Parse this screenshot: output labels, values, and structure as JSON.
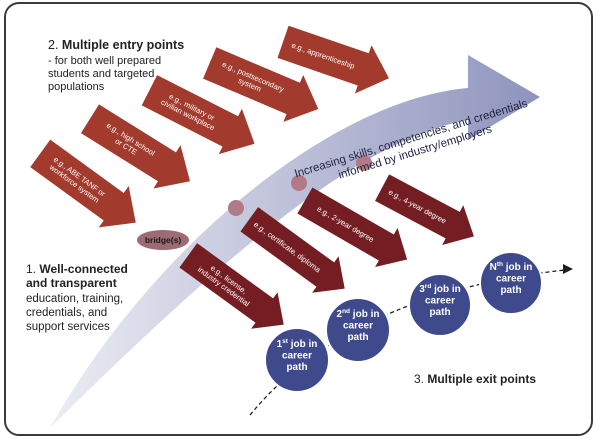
{
  "colors": {
    "frame": "#3b3b3b",
    "main_arrow_light": "#ecedf4",
    "main_arrow_dark": "#8e93bd",
    "entry_arrow": "#a23a2d",
    "exit_arrow": "#741d22",
    "circle": "#3f4a8c",
    "dot": "#b07a86",
    "bridge": "#9c6b73"
  },
  "entry": {
    "number": "2.",
    "title": "Multiple entry points",
    "description_lines": [
      "- for both well prepared",
      "students and targeted",
      "populations"
    ],
    "arrows": [
      {
        "lines": [
          "e.g., ABE TANF or",
          "workforce system"
        ]
      },
      {
        "lines": [
          "e.g., high school",
          "or CTE"
        ]
      },
      {
        "lines": [
          "e.g., military or",
          "civilian workplace"
        ]
      },
      {
        "lines": [
          "e.g., postsecondary",
          "system"
        ]
      },
      {
        "lines": [
          "e.g., apprenticeship"
        ]
      }
    ]
  },
  "main_arrow": {
    "lines": [
      "Increasing skills, competencies, and credentials",
      "informed by industry/employers"
    ]
  },
  "bridge": {
    "label": "bridge(s)"
  },
  "transparent": {
    "number": "1.",
    "title_lines": [
      "Well-connected",
      "and transparent"
    ],
    "description_lines": [
      "education, training,",
      "credentials, and",
      "support services"
    ]
  },
  "exit": {
    "number": "3.",
    "title": "Multiple exit points",
    "arrows": [
      {
        "lines": [
          "e.g., license,",
          "industry credential"
        ]
      },
      {
        "lines": [
          "e.g., certificate, diploma"
        ]
      },
      {
        "lines": [
          "e.g., 2-year degree"
        ]
      },
      {
        "lines": [
          "e.g., 4-year degree"
        ]
      }
    ],
    "jobs": [
      {
        "ordinal": "1",
        "suffix": "st",
        "lines": [
          "job in",
          "career",
          "path"
        ]
      },
      {
        "ordinal": "2",
        "suffix": "nd",
        "lines": [
          "job in",
          "career",
          "path"
        ]
      },
      {
        "ordinal": "3",
        "suffix": "rd",
        "lines": [
          "job in",
          "career",
          "path"
        ]
      },
      {
        "ordinal": "N",
        "suffix": "th",
        "lines": [
          "job in",
          "career",
          "path"
        ]
      }
    ]
  }
}
